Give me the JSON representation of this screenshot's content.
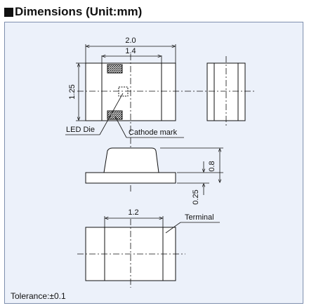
{
  "header": {
    "title": "Dimensions (Unit:mm)"
  },
  "dimensions": {
    "overall_length": "2.0",
    "inner_width": "1.4",
    "height": "1.25",
    "body_height": "0.8",
    "base_height": "0.25",
    "terminal_spacing": "1.2"
  },
  "labels": {
    "led_die": "LED Die",
    "cathode_mark": "Cathode mark",
    "terminal": "Terminal",
    "tolerance": "Tolerance:±0.1"
  },
  "colors": {
    "panel_bg": "#ecf1fa",
    "panel_border": "#7f8fae",
    "ink": "#111111"
  }
}
